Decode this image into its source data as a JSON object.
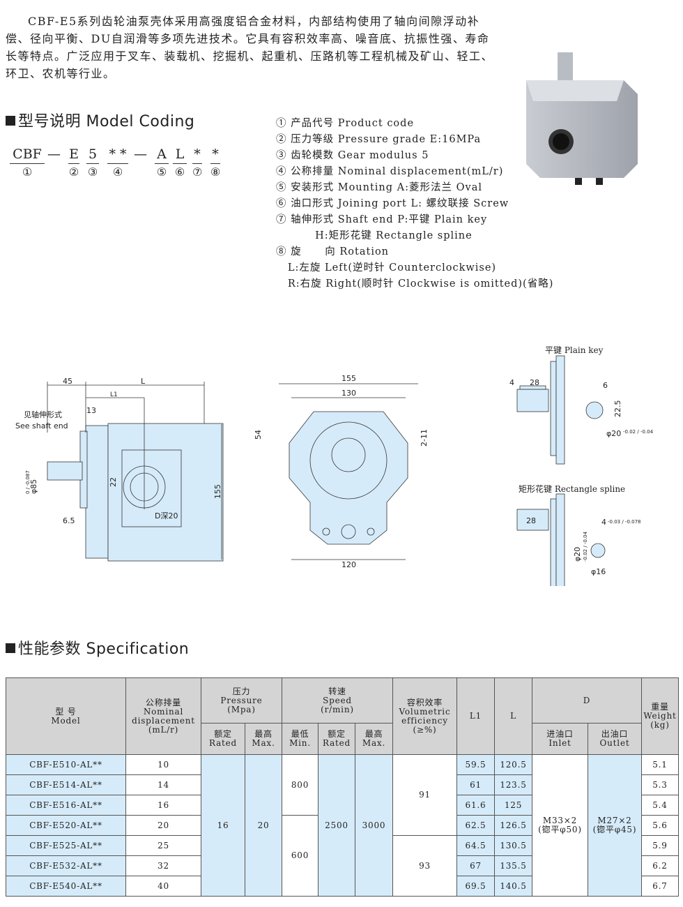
{
  "intro": "CBF-E5系列齿轮油泵壳体采用高强度铝合金材料，内部结构使用了轴向间隙浮动补偿、径向平衡、DU自润滑等多项先进技术。它具有容积效率高、噪音底、抗振性强、寿命长等特点。广泛应用于叉车、装载机、挖掘机、起重机、压路机等工程机械及矿山、轻工、环卫、农机等行业。",
  "model_coding": {
    "title": "型号说明 Model Coding",
    "segments": [
      {
        "t": "CBF",
        "n": "①"
      },
      {
        "t": "E",
        "n": "②"
      },
      {
        "t": "5",
        "n": "③"
      },
      {
        "t": "* *",
        "n": "④"
      },
      {
        "t": "A",
        "n": "⑤"
      },
      {
        "t": "L",
        "n": "⑥"
      },
      {
        "t": "*",
        "n": "⑦"
      },
      {
        "t": "*",
        "n": "⑧"
      }
    ],
    "dash": "—",
    "legend": [
      "① 产品代号 Product code",
      "② 压力等级 Pressure grade E:16MPa",
      "③ 齿轮模数 Gear modulus 5",
      "④ 公称排量 Nominal displacement(mL/r)",
      "⑤ 安装形式 Mounting A:菱形法兰 Oval",
      "⑥ 油口形式 Joining port L: 螺纹联接 Screw",
      "⑦ 轴伸形式 Shaft end P:平键 Plain key",
      "          H:矩形花键 Rectangle spline",
      "⑧ 旋      向 Rotation",
      "   L:左旋 Left(逆时针 Counterclockwise)",
      "   R:右旋 Right(顺时针 Clockwise is omitted)(省略)"
    ]
  },
  "drawing": {
    "side": {
      "d45": "45",
      "L": "L",
      "L1": "L1",
      "d13": "13",
      "shaft_cn": "见轴伸形式",
      "shaft_en": "See shaft end",
      "phi85": "φ85",
      "tol85": "0 / -0.087",
      "d22": "22",
      "d65": "6.5",
      "d155": "155",
      "port": "D深20"
    },
    "front": {
      "d155": "155",
      "d130": "130",
      "d54": "54",
      "d211": "2-11",
      "d120": "120"
    },
    "plain": {
      "title": "平键 Plain key",
      "d4": "4",
      "d28": "28",
      "d6": "6",
      "d225": "22.5",
      "phi20": "φ20",
      "tol": "-0.02 / -0.04"
    },
    "spline": {
      "title": "矩形花键 Rectangle spline",
      "d28": "28",
      "phi20": "φ20",
      "tol20": "-0.02 / -0.04",
      "d4": "4",
      "tol4": "-0.03 / -0.078",
      "phi16": "φ16"
    }
  },
  "spec": {
    "title": "性能参数 Specification",
    "headers": {
      "model": "型 号\nModel",
      "disp": "公称排量\nNominal\ndisplacement\n(mL/r)",
      "pressure": "压力\nPressure\n(Mpa)",
      "speed": "转速\nSpeed\n(r/min)",
      "eff": "容积效率\nVolumetric\nefficiency\n(≥%)",
      "L1": "L1",
      "L": "L",
      "D": "D",
      "weight": "重量\nWeight\n(kg)",
      "p_rated": "额定\nRated",
      "p_max": "最高\nMax.",
      "s_min": "最低\nMin.",
      "s_rated": "额定\nRated",
      "s_max": "最高\nMax.",
      "inlet": "进油口\nInlet",
      "outlet": "出油口\nOutlet"
    },
    "rows": [
      {
        "model": "CBF-E510-AL**",
        "disp": "10",
        "L1": "59.5",
        "L": "120.5",
        "weight": "5.1"
      },
      {
        "model": "CBF-E514-AL**",
        "disp": "14",
        "L1": "61",
        "L": "123.5",
        "weight": "5.3"
      },
      {
        "model": "CBF-E516-AL**",
        "disp": "16",
        "L1": "61.6",
        "L": "125",
        "weight": "5.4"
      },
      {
        "model": "CBF-E520-AL**",
        "disp": "20",
        "L1": "62.5",
        "L": "126.5",
        "weight": "5.6"
      },
      {
        "model": "CBF-E525-AL**",
        "disp": "25",
        "L1": "64.5",
        "L": "130.5",
        "weight": "5.9"
      },
      {
        "model": "CBF-E532-AL**",
        "disp": "32",
        "L1": "67",
        "L": "135.5",
        "weight": "6.2"
      },
      {
        "model": "CBF-E540-AL**",
        "disp": "40",
        "L1": "69.5",
        "L": "140.5",
        "weight": "6.7"
      }
    ],
    "merged": {
      "p_rated": "16",
      "p_max": "20",
      "s_min_a": "800",
      "s_min_b": "600",
      "s_rated": "2500",
      "s_max": "3000",
      "eff_a": "91",
      "eff_b": "93",
      "inlet": "M33×2\n(锪平φ50)",
      "outlet": "M27×2\n(锪平φ45)"
    }
  },
  "colors": {
    "blue": "#d6ebf9",
    "header": "#d4d4d4"
  }
}
